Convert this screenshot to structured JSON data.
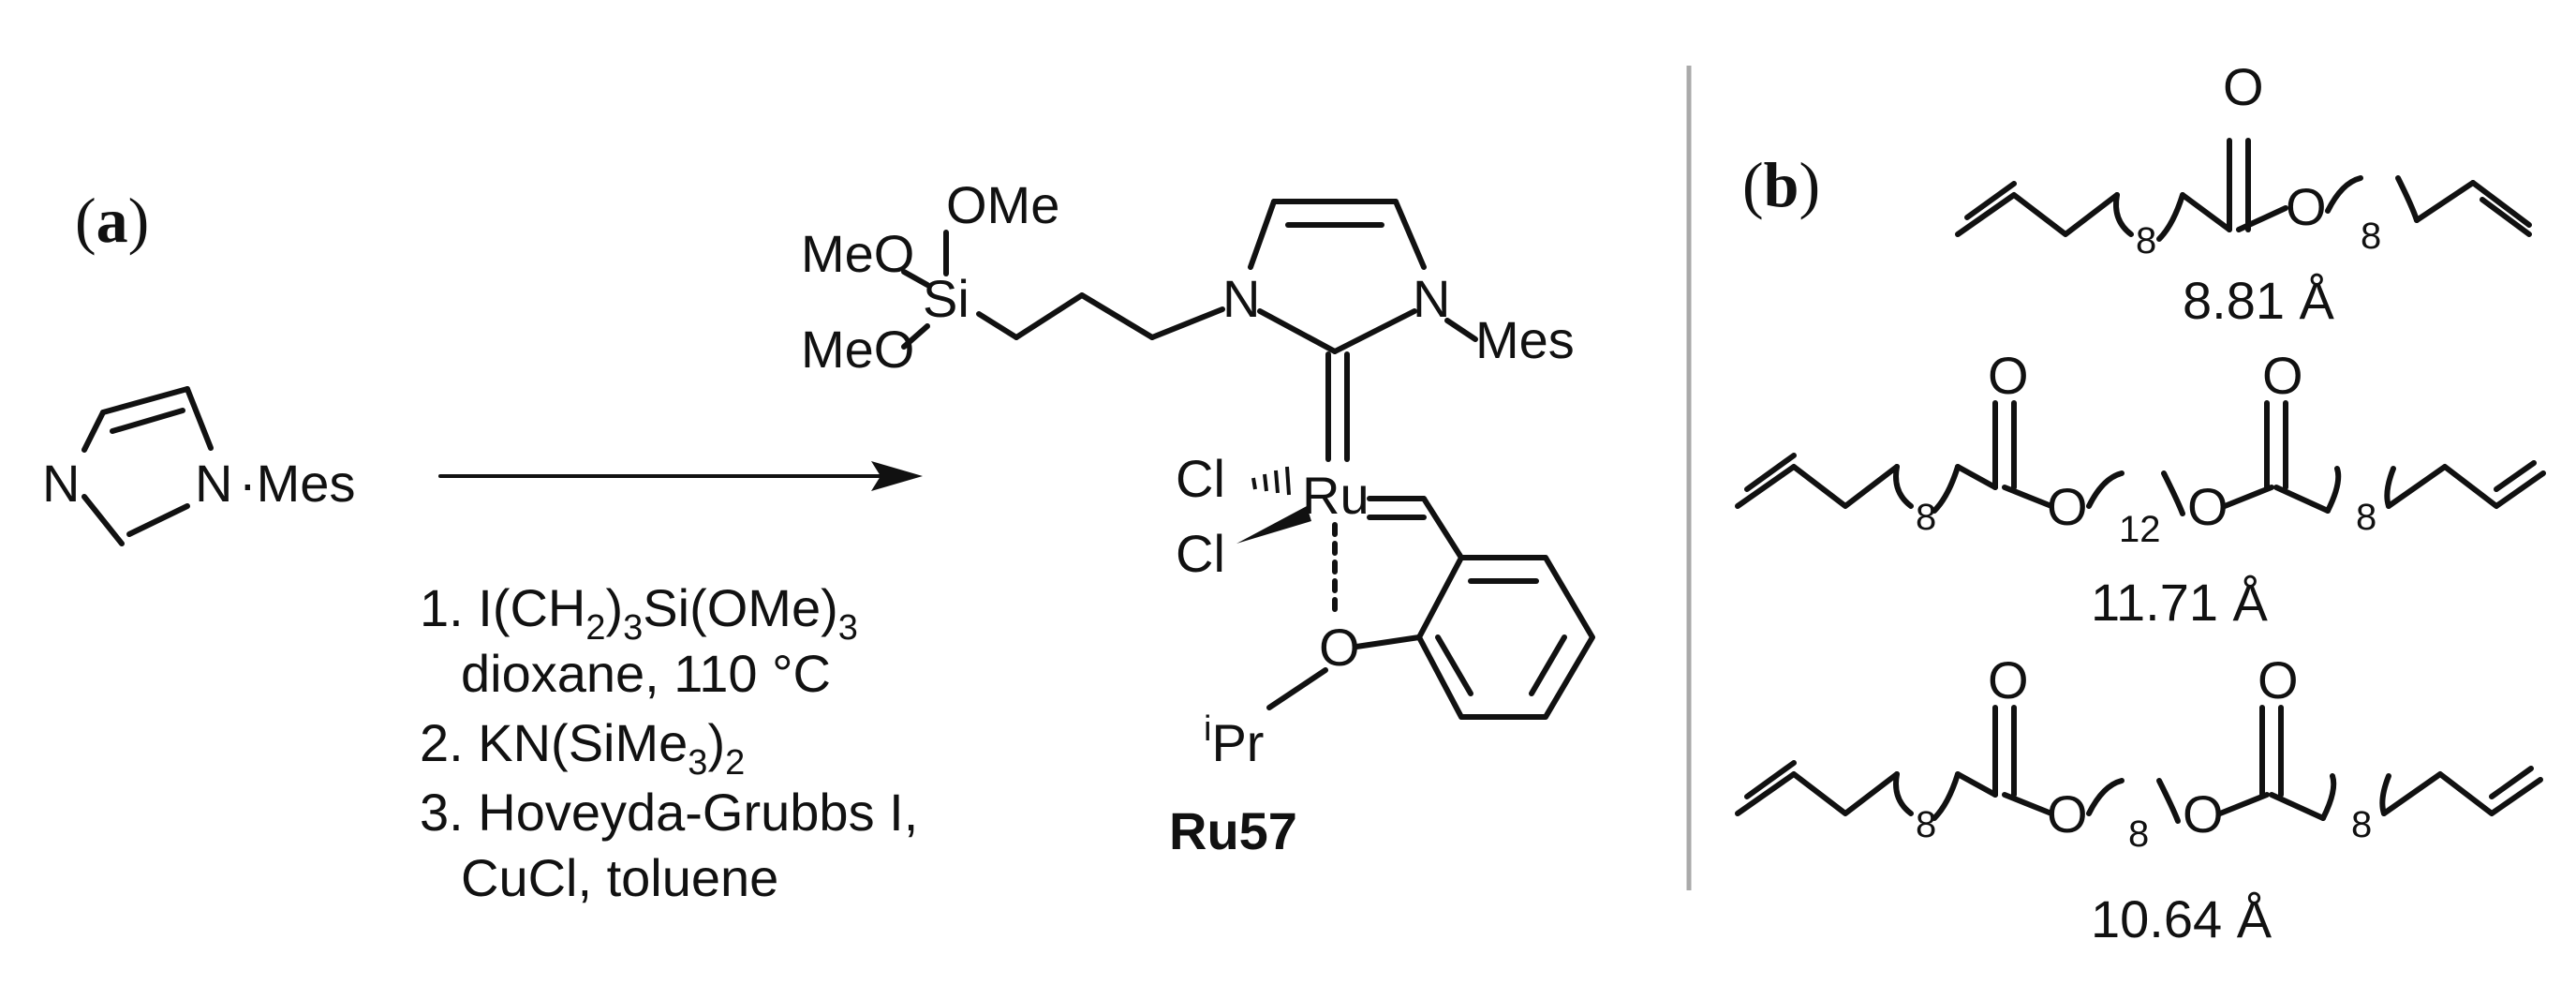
{
  "panel_a": {
    "label_open": "(",
    "label_letter": "a",
    "label_close": ")",
    "reactant": {
      "n_left": "N",
      "n_right": "N",
      "n_substituent": "Mes"
    },
    "conditions": {
      "step1_prefix": "1. I(CH",
      "step1_sub1": "2",
      "step1_mid": ")",
      "step1_sub2": "3",
      "step1_suffix": "Si(OMe)",
      "step1_sub3": "3",
      "step1_line2": "dioxane, 110 °C",
      "step2_prefix": "2. KN(SiMe",
      "step2_sub1": "3",
      "step2_suffix": ")",
      "step2_sub2": "2",
      "step3_line1": "3. Hoveyda-Grubbs I,",
      "step3_line2": "CuCl, toluene"
    },
    "product": {
      "ome_top": "OMe",
      "meo_1": "MeO",
      "si": "Si",
      "meo_2": "MeO",
      "n_left": "N",
      "n_right": "N",
      "mes": "Mes",
      "cl_1": "Cl",
      "cl_2": "Cl",
      "ru": "Ru",
      "o": "O",
      "ipr_sup": "i",
      "ipr": "Pr",
      "name": "Ru57"
    }
  },
  "panel_b": {
    "label_open": "(",
    "label_letter": "b",
    "label_close": ")",
    "molecules": [
      {
        "o_carbonyl": "O",
        "o_ester": "O",
        "n1": "8",
        "n2": "8",
        "length": "8.81 Å"
      },
      {
        "o_carbonyl_1": "O",
        "o_carbonyl_2": "O",
        "o_ester_1": "O",
        "o_ester_2": "O",
        "n1": "8",
        "n_mid": "12",
        "n2": "8",
        "length": "11.71 Å"
      },
      {
        "o_carbonyl_1": "O",
        "o_carbonyl_2": "O",
        "o_ester_1": "O",
        "o_ester_2": "O",
        "n1": "8",
        "n_mid": "8",
        "n2": "8",
        "length": "10.64 Å"
      }
    ]
  }
}
